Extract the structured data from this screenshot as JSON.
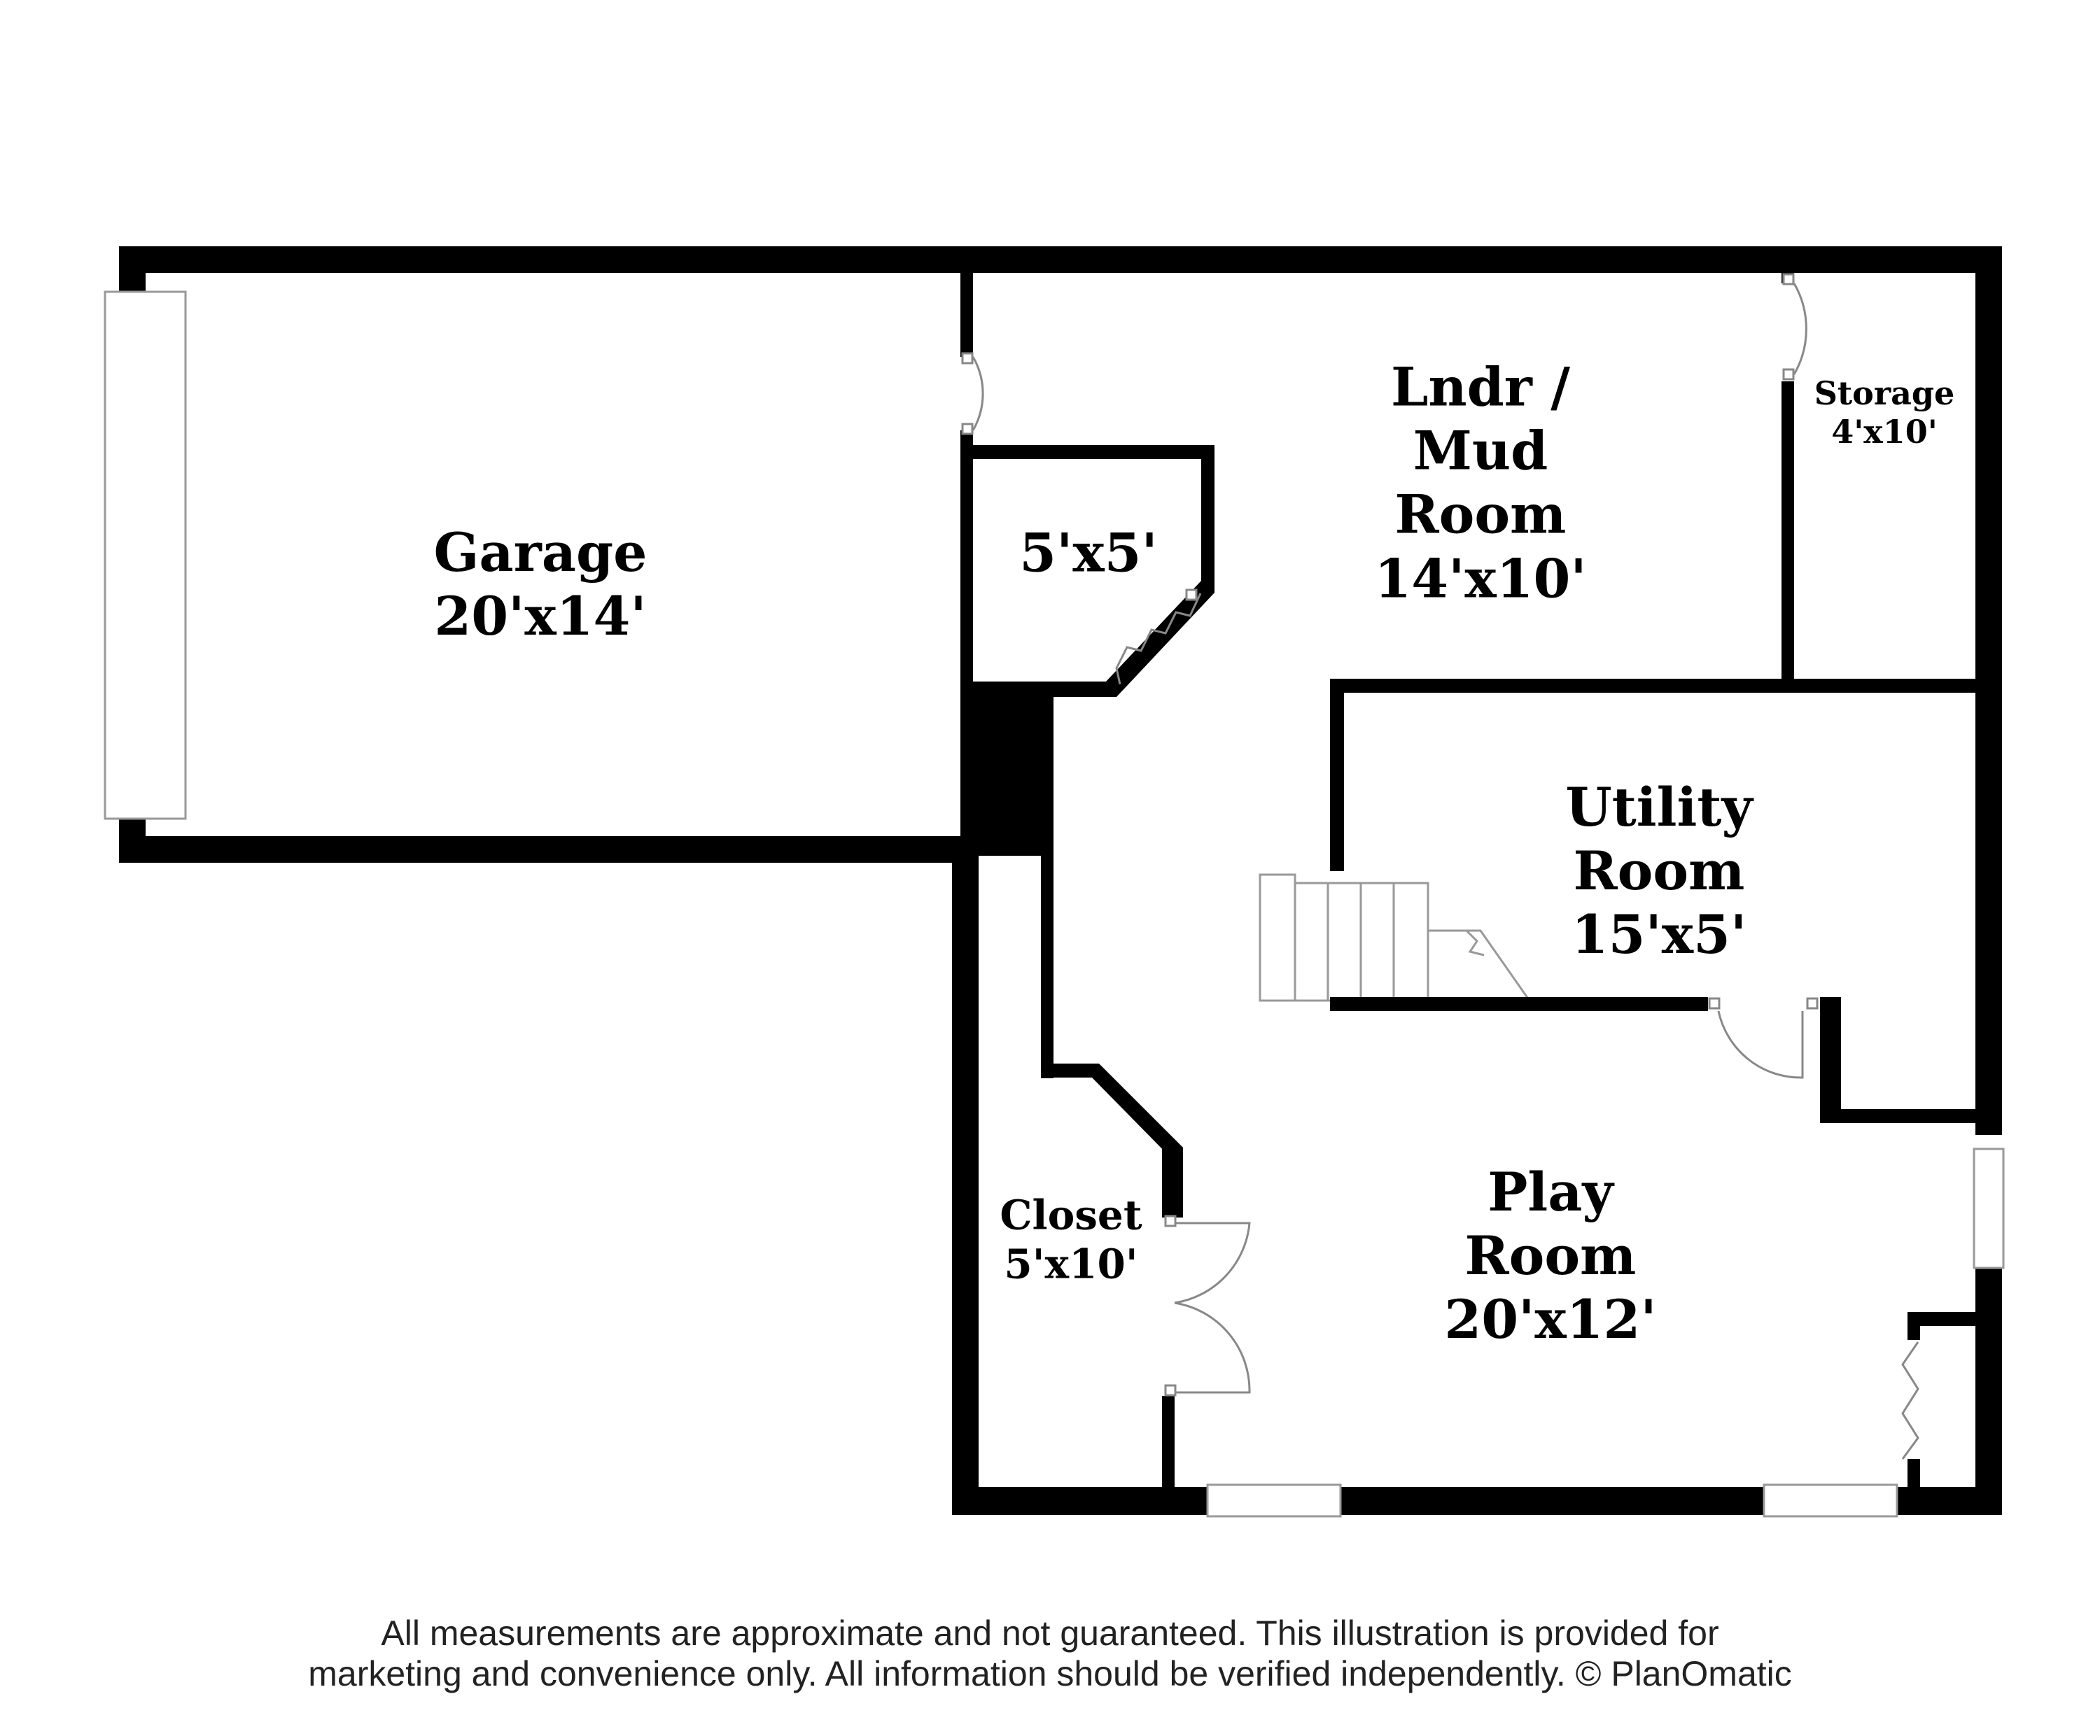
{
  "rooms": {
    "garage": {
      "name": "Garage",
      "size": "20'x14'"
    },
    "small_room": {
      "size": "5'x5'"
    },
    "laundry": {
      "line1": "Lndr /",
      "line2": "Mud",
      "line3": "Room",
      "size": "14'x10'"
    },
    "storage": {
      "name": "Storage",
      "size": "4'x10'"
    },
    "utility": {
      "line1": "Utility",
      "line2": "Room",
      "size": "15'x5'"
    },
    "closet": {
      "name": "Closet",
      "size": "5'x10'"
    },
    "play": {
      "line1": "Play",
      "line2": "Room",
      "size": "20'x12'"
    }
  },
  "disclaimer": {
    "line1": "All measurements are approximate and not guaranteed. This illustration is provided for",
    "line2": "marketing and convenience only. All information should be verified independently. © PlanOmatic"
  },
  "colors": {
    "wall": "#000000",
    "background": "#ffffff",
    "text": "#222222"
  }
}
